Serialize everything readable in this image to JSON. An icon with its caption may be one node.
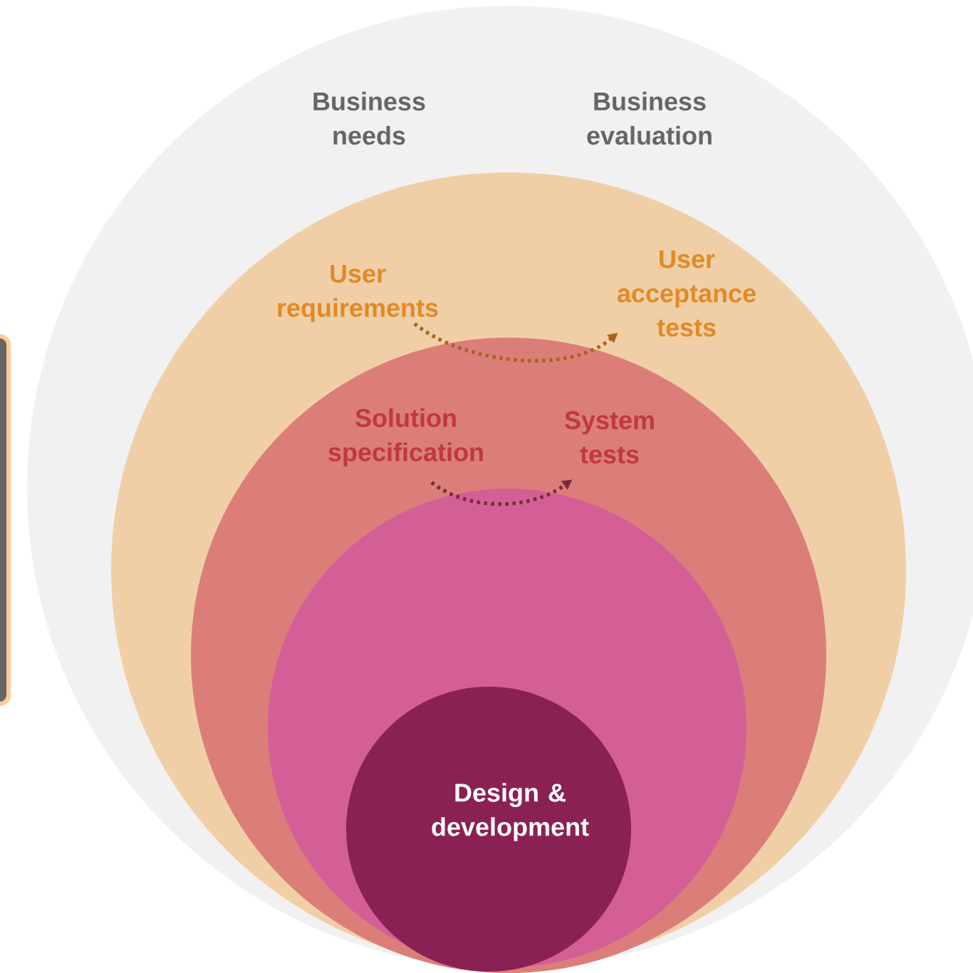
{
  "diagram": {
    "nodes": [
      {
        "text": [
          "Business needs",
          "Business evaluation"
        ]
      },
      {
        "text": [],
        "shape": "circle",
        "in": 0
      },
      {
        "text": [
          "User requirements"
        ],
        "in": 1
      },
      {
        "text": [
          "User acceptance tests"
        ],
        "in": 1
      },
      {
        "text": [],
        "shape": "circle",
        "in": 1
      },
      {
        "text": [
          "Solution specification"
        ],
        "in": 4
      },
      {
        "text": [
          "System tests"
        ],
        "in": 4
      },
      {
        "text": [],
        "shape": "circle",
        "in": 4
      },
      {
        "text": [
          "Design & development"
        ],
        "in": 7
      }
    ],
    "edges": [
      {
        "from": 2,
        "to": 3,
        "arrow": "to",
        "style": "dashed",
        "color": "#a8641c"
      },
      {
        "from": 5,
        "to": 6,
        "arrow": "to",
        "style": "dashed",
        "color": "#7b2a3a"
      }
    ]
  }
}
